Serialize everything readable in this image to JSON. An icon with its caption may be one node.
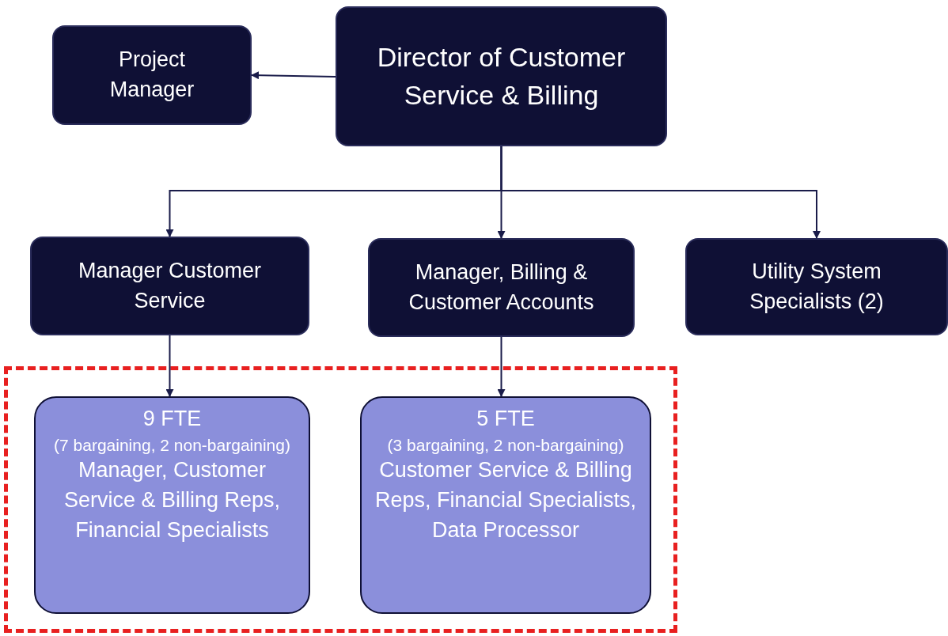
{
  "diagram": {
    "nodes": [
      {
        "text": [
          "Director of Customer Service & Billing"
        ]
      },
      {
        "text": [
          "Project Manager"
        ]
      },
      {
        "text": [
          "Manager Customer Service"
        ]
      },
      {
        "text": [
          "Manager, Billing & Customer Accounts"
        ]
      },
      {
        "text": [
          "Utility System Specialists (2)"
        ]
      },
      {
        "text": [],
        "shape": "box"
      },
      {
        "text": [
          "9 FTE",
          "(7 bargaining, 2 non-bargaining)",
          "Manager,  Customer Service & Billing Reps, Financial Specialists"
        ],
        "in": 5
      },
      {
        "text": [
          "5 FTE",
          "(3 bargaining, 2 non-bargaining)",
          "Customer Service & Billing Reps, Financial Specialists, Data Processor"
        ],
        "in": 5
      }
    ],
    "edges": [
      {
        "from": 0,
        "to": 1,
        "arrow": "to"
      },
      {
        "from": 0,
        "to": 2,
        "arrow": "to"
      },
      {
        "from": 0,
        "to": 3,
        "arrow": "to"
      },
      {
        "from": 0,
        "to": 4,
        "arrow": "to"
      },
      {
        "from": 2,
        "to": 6,
        "arrow": "to"
      },
      {
        "from": 3,
        "to": 7,
        "arrow": "to"
      }
    ]
  }
}
